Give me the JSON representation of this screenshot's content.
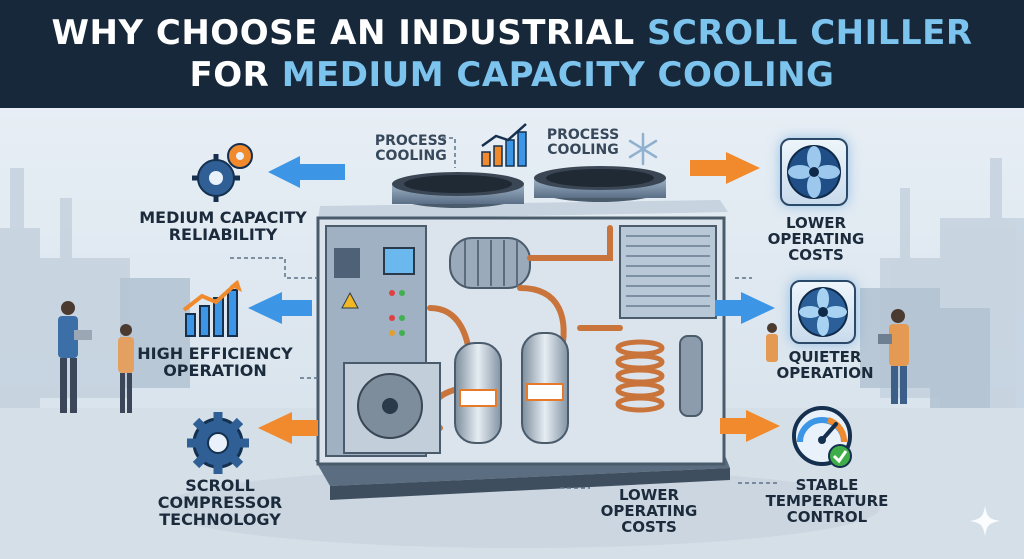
{
  "header": {
    "line1_text": "WHY CHOOSE AN INDUSTRIAL ",
    "line1_accent": "SCROLL CHILLER",
    "line2_text": "FOR ",
    "line2_accent": "MEDIUM CAPACITY COOLING"
  },
  "labels": {
    "process_cooling_left": [
      "PROCESS",
      "COOLING"
    ],
    "process_cooling_right": [
      "PROCESS",
      "COOLING"
    ],
    "medium_capacity": [
      "MEDIUM CAPACITY",
      "RELIABILITY"
    ],
    "high_efficiency": [
      "HIGH EFFICIENCY",
      "OPERATION"
    ],
    "scroll_compressor": [
      "SCROLL",
      "COMPRESSOR",
      "TECHNOLOGY"
    ],
    "lower_costs_bottom": [
      "LOWER",
      "OPERATING",
      "COSTS"
    ],
    "lower_costs_right": [
      "LOWER",
      "OPERATING",
      "COSTS"
    ],
    "quieter": [
      "QUIETER",
      "OPERATION"
    ],
    "stable_temp": [
      "STABLE",
      "TEMPERATURE",
      "CONTROL"
    ]
  },
  "icons": {
    "top_left": "gears-icon",
    "mid_left": "growth-chart-icon",
    "bottom_left": "gear-icon",
    "top_center": "growth-chart-icon",
    "top_center_right": "snowflake-icon",
    "top_right": "fan-icon",
    "mid_right": "fan-icon",
    "bottom_right": "gauge-check-icon",
    "corner": "sparkle-icon"
  },
  "colors": {
    "header_bg": "#17283a",
    "accent_blue": "#7cc4ee",
    "arrow_blue": "#3d95e6",
    "arrow_orange": "#f08a2c",
    "text_dark": "#1b2b3c"
  }
}
